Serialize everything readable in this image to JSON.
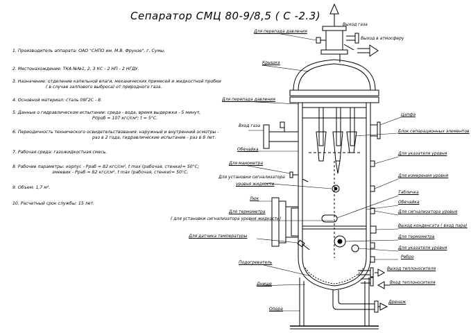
{
  "title": "Сепаратор СМЦ 80-9/8,5 ( С -2.3)",
  "notes": [
    {
      "n": "1.",
      "text": "Производитель аппарата: ОАО \"СНПО им. М.В. Фрунзе\", г. Сумы."
    },
    {
      "n": "2.",
      "text": "Местонахождение: ТКА №№1, 2, 3 КС - 2 НП - 2 НГДУ."
    },
    {
      "n": "3.",
      "text": "Назначение: отделение капельной влаги, механических примесей и жидкостной пробки",
      "cont": "( в случае залпового выброса) от природного газа."
    },
    {
      "n": "4.",
      "text": "Основной материал: сталь 09Г2С - 8."
    },
    {
      "n": "5.",
      "text": "Данные о гидравлическом испытании: среда - вода, время выдержки - 5 минут,",
      "cont": "Pпроб = 107 кгс/см²; t = 5°С."
    },
    {
      "n": "6.",
      "text": "Периодичность технического освидетельствования: наружный и внутренний осмотры -",
      "cont": "раз в 2 года, гидравлические испытание - раз в 8 лет."
    },
    {
      "n": "7.",
      "text": "Рабочая среда: газожидкостная смесь."
    },
    {
      "n": "8.",
      "text": "Рабочие параметры: корпус - Pраб = 82 кгс/см², t max (рабочая, стенки)= 50°С;",
      "cont": "змеевик - Pраб = 82 кгс/см², t max (рабочая, стенки)= 50°С."
    },
    {
      "n": "9.",
      "text": "Объем: 1,7 м³."
    },
    {
      "n": "10.",
      "text": "Расчетный срок службы: 15 лет."
    }
  ],
  "labels": {
    "gas_out": "Выход газа",
    "pressure_drop_top": "Для перепада давления",
    "to_atmosphere": "Выход в атмосферу",
    "lid": "Крышка",
    "pressure_drop_mid": "Для перепада давления",
    "gas_in": "Вход газа",
    "shell": "Обечайка",
    "flange": "Цапфа",
    "separation_block": "Блок сепарационных элементов",
    "level_gauge_1": "Для указателя уровня",
    "manometer": "Для манометра",
    "level_measure": "Для измерения уровня",
    "level_alarm_left": "Для установки сигнализатора",
    "level_alarm_left_2": "уровня жидкости",
    "plate": "Табличка",
    "hatch": "Люк",
    "shell_2": "Обечайка",
    "level_alarm_right": "Для сигнализатора уровня",
    "thermometer_left": "Для термометра",
    "thermometer_left_2": "( для установки сигнализатора уровня жидкости)",
    "condensate_out": "Выход конденсата ( вход пара)",
    "temp_sensor": "Для датчика температуры",
    "thermometer_right": "Для термометра",
    "level_gauge_2": "Для указателя уровня",
    "rib": "Ребро",
    "heater": "Подогреватель",
    "coolant_out": "Выход теплоносителя",
    "coolant_in": "Вход теплоносителя",
    "bottom": "Днище",
    "drain": "Дренаж",
    "support": "Опора"
  }
}
